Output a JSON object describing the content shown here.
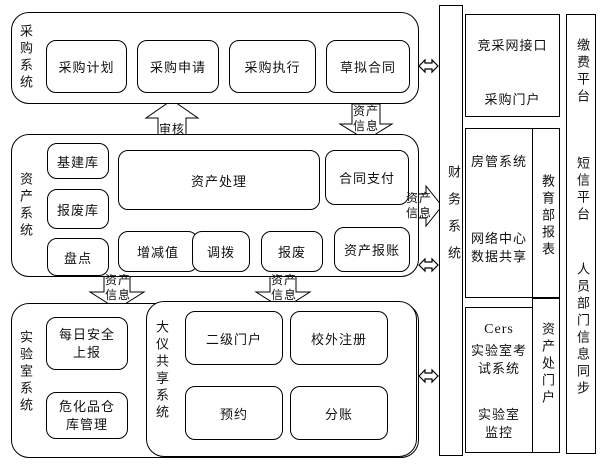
{
  "procurement": {
    "title": "采购系统",
    "items": [
      "采购计划",
      "采购申请",
      "采购执行",
      "草拟合同"
    ]
  },
  "asset": {
    "title": "资产系统",
    "items": {
      "infra": "基建库",
      "scrap_lib": "报废库",
      "inventory": "盘点",
      "processing": "资产处理",
      "contract_pay": "合同支付",
      "value_change": "增减值",
      "transfer": "调拨",
      "scrap": "报废",
      "reimburse": "资产报账"
    }
  },
  "lab": {
    "title": "实验室系统",
    "items": {
      "daily_report": "每日安全上报",
      "hazmat": "危化品仓库管理"
    }
  },
  "instrument": {
    "title": "大仪共享系统",
    "items": {
      "portal2": "二级门户",
      "external_reg": "校外注册",
      "booking": "预约",
      "billing": "分账"
    }
  },
  "arrows": {
    "review": "审核",
    "asset_info": "资产信息"
  },
  "finance": {
    "title": "财务系统"
  },
  "right": {
    "bidding": {
      "line1": "竞采网接口",
      "line2": "采购门户"
    },
    "housing": "房管系统",
    "network": "网络中心数据共享",
    "edu": "教育部报表",
    "asset_portal": "资产处门户",
    "cers": {
      "l1": "Cers",
      "l2": "实验室考试系统",
      "l3": "实验室监控"
    }
  },
  "far_right": {
    "payment": "缴费平台",
    "sms": "短信平台",
    "hr": "人员部门信息同步"
  }
}
